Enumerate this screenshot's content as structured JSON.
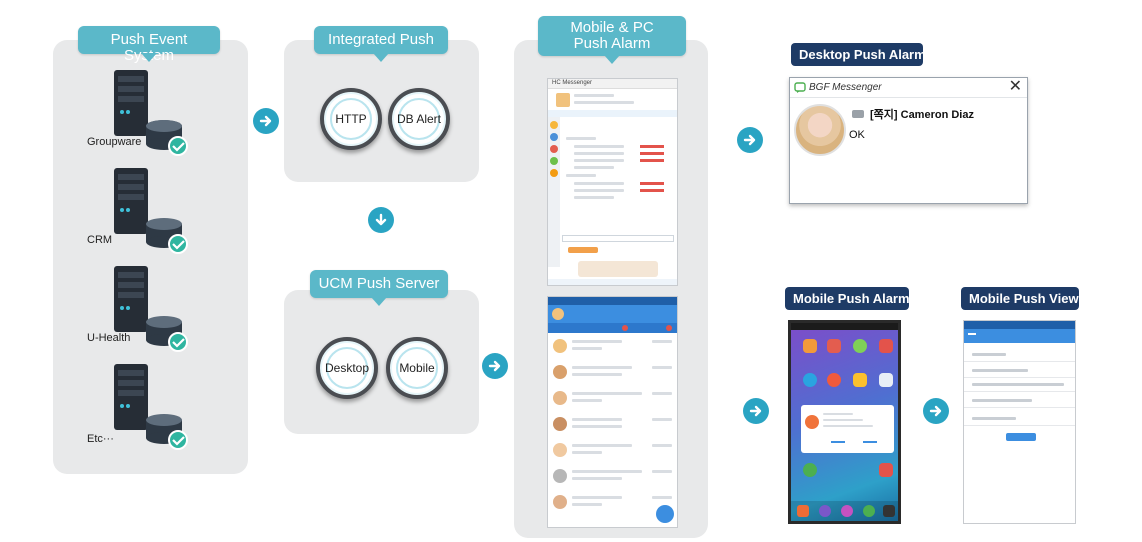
{
  "sections": {
    "push_event_system": {
      "title": "Push Event System",
      "servers": [
        {
          "label": "Groupware",
          "icon": "server-icon"
        },
        {
          "label": "CRM",
          "icon": "server-icon"
        },
        {
          "label": "U-Health",
          "icon": "server-icon"
        },
        {
          "label": "Etc···",
          "icon": "server-icon"
        }
      ]
    },
    "integrated_push": {
      "title": "Integrated Push",
      "nodes": [
        "HTTP",
        "DB Alert"
      ]
    },
    "ucm_push_server": {
      "title": "UCM Push Server",
      "nodes": [
        "Desktop",
        "Mobile"
      ]
    },
    "mobile_pc_push_alarm": {
      "title_line1": "Mobile & PC",
      "title_line2": "Push Alarm"
    }
  },
  "desktop_push_alarm": {
    "label": "Desktop Push Alarm",
    "window_title": "BGF Messenger",
    "sender": "[쪽지] Cameron Diaz",
    "message": "OK"
  },
  "mobile_push_alarm": {
    "label": "Mobile Push Alarm"
  },
  "mobile_push_view": {
    "label": "Mobile Push View"
  },
  "pc_messenger": {
    "window_title": "HC Messenger"
  },
  "colors": {
    "panel": "#e8e9ea",
    "callout": "#5bb8c9",
    "dark_label": "#1e3b66",
    "arrow": "#2aa4c3",
    "db": "#2e3945",
    "check": "#2fb5a0"
  }
}
